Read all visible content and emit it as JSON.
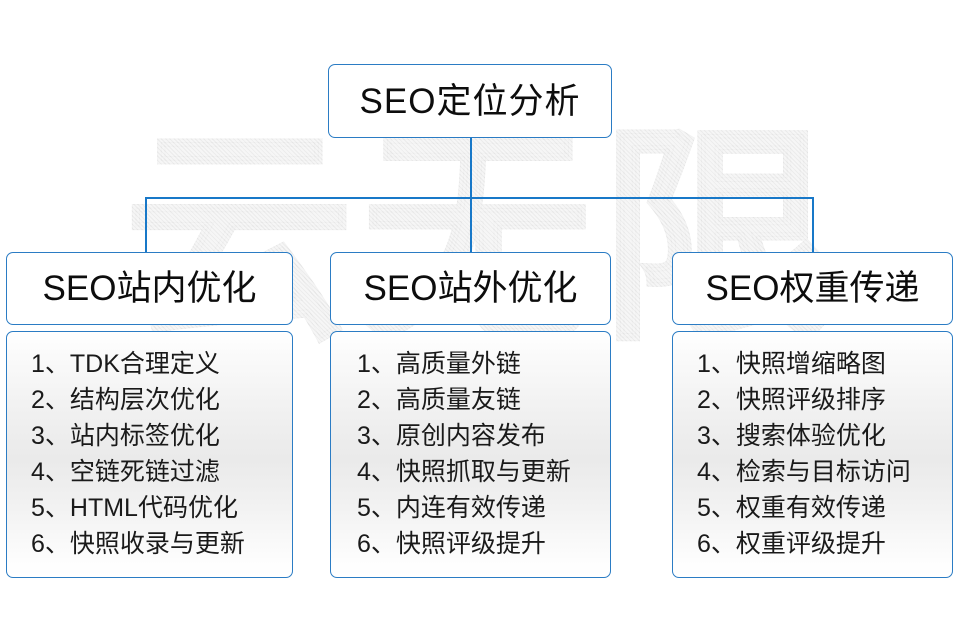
{
  "diagram": {
    "watermark_text": "云无限",
    "accent_color": "#2b7cc4",
    "line_color": "#1878c8",
    "root": {
      "title": "SEO定位分析"
    },
    "columns": [
      {
        "header": "SEO站内优化",
        "items": [
          "1、TDK合理定义",
          "2、结构层次优化",
          "3、站内标签优化",
          "4、空链死链过滤",
          "5、HTML代码优化",
          "6、快照收录与更新"
        ]
      },
      {
        "header": "SEO站外优化",
        "items": [
          "1、高质量外链",
          "2、高质量友链",
          "3、原创内容发布",
          "4、快照抓取与更新",
          "5、内连有效传递",
          "6、快照评级提升"
        ]
      },
      {
        "header": "SEO权重传递",
        "items": [
          "1、快照增缩略图",
          "2、快照评级排序",
          "3、搜索体验优化",
          "4、检索与目标访问",
          "5、权重有效传递",
          "6、权重评级提升"
        ]
      }
    ]
  }
}
